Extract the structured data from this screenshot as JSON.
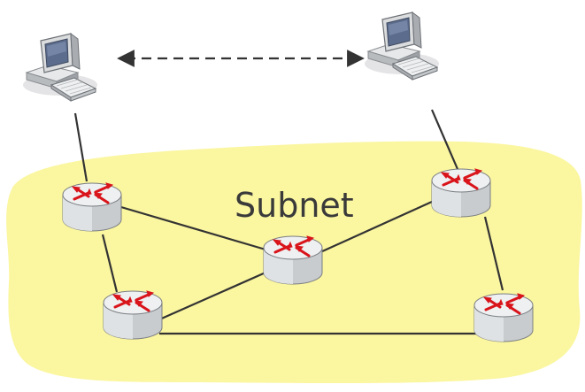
{
  "diagram": {
    "subnet_label": "Subnet",
    "colors": {
      "subnet_fill": "#fbf59b",
      "link": "#333333",
      "router_arrow": "#d9141b",
      "router_body": "#c9cccf",
      "router_top": "#eef0f1"
    },
    "nodes": [
      {
        "id": "host-left",
        "kind": "computer",
        "icon": "desktop-computer-icon"
      },
      {
        "id": "host-right",
        "kind": "computer",
        "icon": "desktop-computer-icon"
      },
      {
        "id": "router-top-left",
        "kind": "router",
        "icon": "router-icon"
      },
      {
        "id": "router-center",
        "kind": "router",
        "icon": "router-icon"
      },
      {
        "id": "router-bottom-left",
        "kind": "router",
        "icon": "router-icon"
      },
      {
        "id": "router-top-right",
        "kind": "router",
        "icon": "router-icon"
      },
      {
        "id": "router-bottom-right",
        "kind": "router",
        "icon": "router-icon"
      }
    ],
    "links": [
      {
        "from": "host-left",
        "to": "router-top-left",
        "style": "solid"
      },
      {
        "from": "host-right",
        "to": "router-top-right",
        "style": "solid"
      },
      {
        "from": "router-top-left",
        "to": "router-center",
        "style": "solid"
      },
      {
        "from": "router-top-left",
        "to": "router-bottom-left",
        "style": "solid"
      },
      {
        "from": "router-bottom-left",
        "to": "router-center",
        "style": "solid"
      },
      {
        "from": "router-bottom-left",
        "to": "router-bottom-right",
        "style": "solid"
      },
      {
        "from": "router-center",
        "to": "router-top-right",
        "style": "solid"
      },
      {
        "from": "router-top-right",
        "to": "router-bottom-right",
        "style": "solid"
      },
      {
        "from": "host-left",
        "to": "host-right",
        "style": "dashed-bidirectional"
      }
    ]
  }
}
